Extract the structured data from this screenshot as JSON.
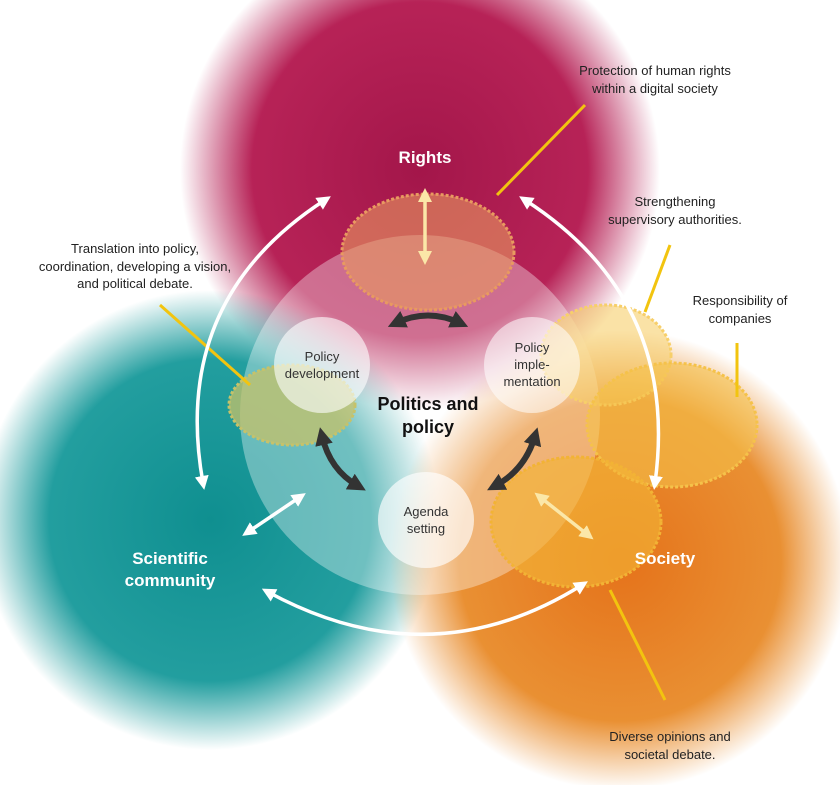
{
  "domains": {
    "rights": "Rights",
    "science_line1": "Scientific",
    "science_line2": "community",
    "society": "Society",
    "center_line1": "Politics and",
    "center_line2": "policy"
  },
  "hubs": {
    "policy_development": [
      "Policy",
      "development"
    ],
    "policy_implementation": [
      "Policy",
      "imple-",
      "mentation"
    ],
    "agenda_setting": [
      "Agenda",
      "setting"
    ]
  },
  "callouts": {
    "human_rights": [
      "Protection of human rights",
      "within a digital society"
    ],
    "translation": [
      "Translation into policy,",
      "coordination, developing a vision,",
      "and political debate."
    ],
    "supervisory": [
      "Strengthening",
      "supervisory authorities."
    ],
    "companies": [
      "Responsibility of",
      "companies"
    ],
    "opinions": [
      "Diverse opinions and",
      "societal debate."
    ]
  },
  "colors": {
    "rights": "#b3174e",
    "science": "#17999a",
    "society": "#e67a18",
    "callout_line": "#f2c40f"
  }
}
